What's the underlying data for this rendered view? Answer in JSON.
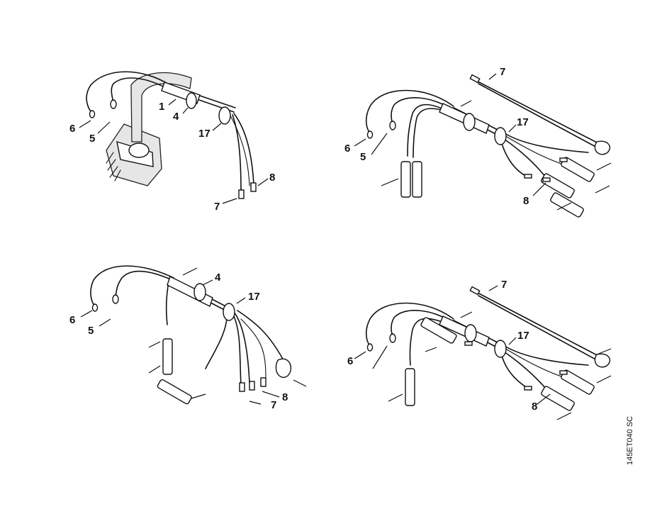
{
  "labels": {
    "n1": "1",
    "n4": "4",
    "n5": "5",
    "n6": "6",
    "n7": "7",
    "n8": "8",
    "n17": "17"
  },
  "drawing_code": "145ET040 SC"
}
